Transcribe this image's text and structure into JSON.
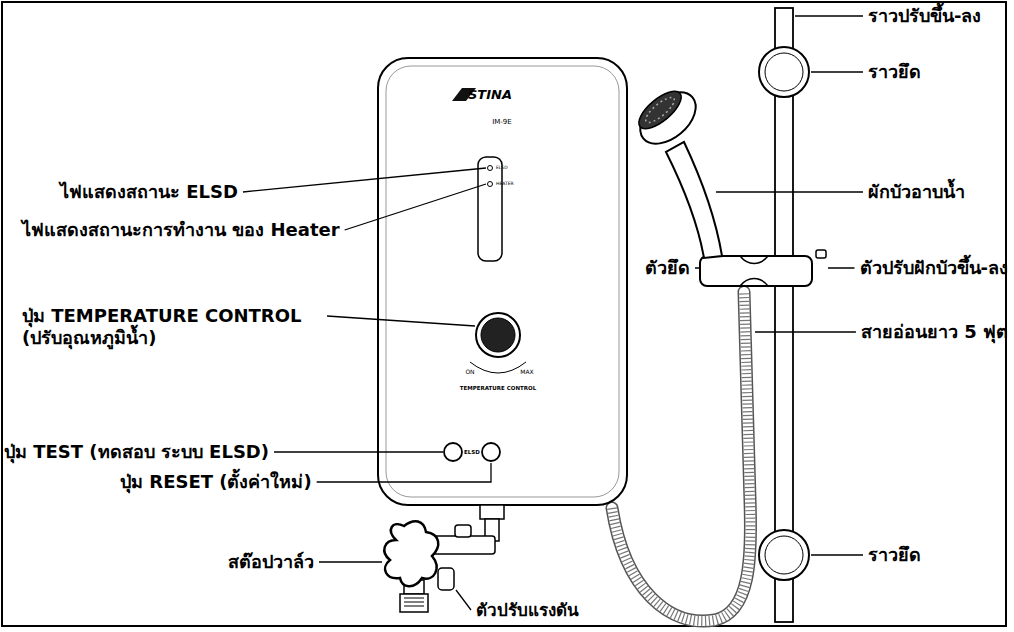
{
  "diagram": {
    "labels": [
      "ราวปรับขึ้น-ลง",
      "ราวยึด",
      "ไฟแสดงสถานะ ELSD",
      "ผักบัวอาบน้ำ",
      "ไฟแสดงสถานะการทำงาน ของ Heater",
      "ตัวยึด",
      "ตัวปรับฝักบัวขึ้น-ลง",
      "ปุ่ม TEMPERATURE CONTROL (ปรับอุณหภูมิน้ำ)",
      "สายอ่อนยาว 5 ฟุต",
      "ปุ่ม TEST (ทดสอบ ระบบ ELSD)",
      "ปุ่ม RESET (ตั้งค่าใหม่)",
      "สต๊อปวาล์ว",
      "ราวยึด",
      "ตัวปรับแรงดัน",
      "STINA",
      "IM-9E",
      "ELSD",
      "HEATER",
      "ON",
      "MAX",
      "TEMPERATURE CONTROL",
      "ELSD"
    ]
  }
}
